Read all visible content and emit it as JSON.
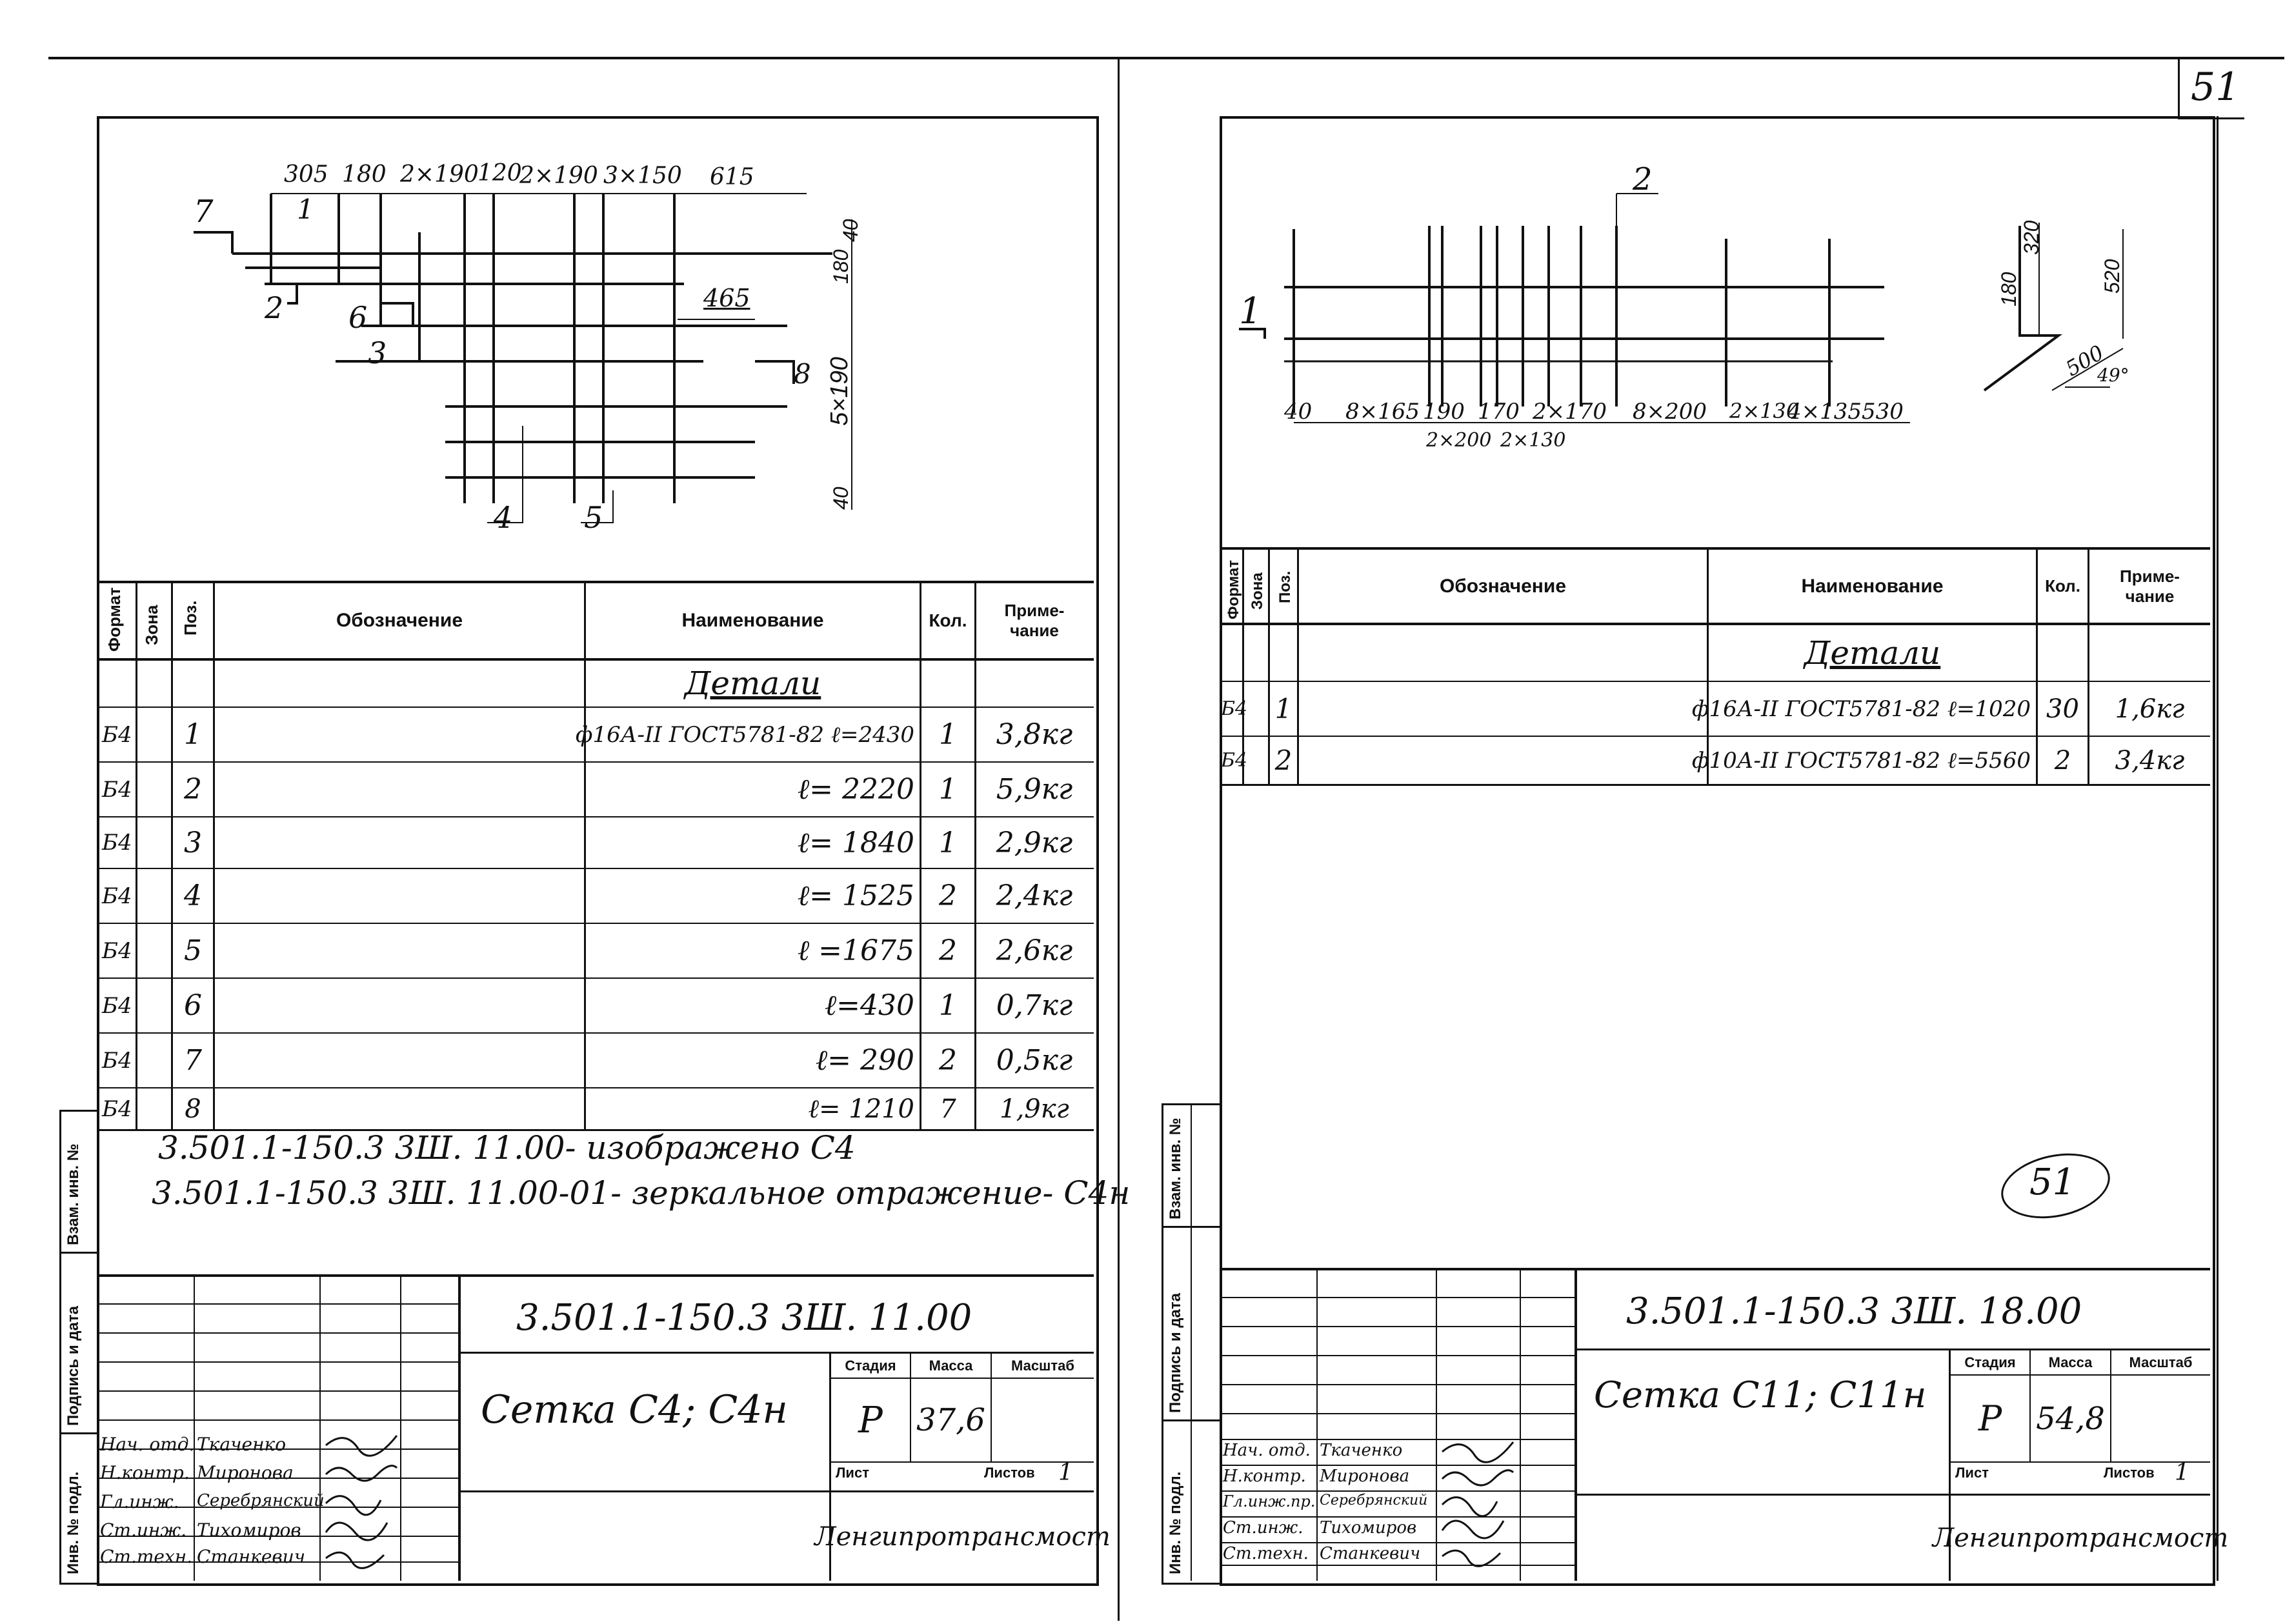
{
  "page_number": "51",
  "stamp_number": "51",
  "left_sheet": {
    "drawing": {
      "top_dims": [
        "305",
        "180",
        "2×190",
        "120",
        "2×190",
        "3×150",
        "615"
      ],
      "right_dims": [
        "40",
        "180",
        "5×190",
        "40"
      ],
      "dim_465": "465",
      "pos_labels": [
        "7",
        "1",
        "2",
        "6",
        "3",
        "8",
        "4",
        "5"
      ]
    },
    "table": {
      "headers": {
        "format": "Формат",
        "zone": "Зона",
        "pos": "Поз.",
        "designation": "Обозначение",
        "name": "Наименование",
        "qty": "Кол.",
        "note": "Приме-\nчание"
      },
      "section": "Детали",
      "rows": [
        {
          "format": "Б4",
          "pos": "1",
          "name": "ф16А-II ГОСТ5781-82 ℓ=2430",
          "qty": "1",
          "note": "3,8кг"
        },
        {
          "format": "Б4",
          "pos": "2",
          "name": "ℓ= 2220",
          "qty": "1",
          "note": "5,9кг"
        },
        {
          "format": "Б4",
          "pos": "3",
          "name": "ℓ= 1840",
          "qty": "1",
          "note": "2,9кг"
        },
        {
          "format": "Б4",
          "pos": "4",
          "name": "ℓ= 1525",
          "qty": "2",
          "note": "2,4кг"
        },
        {
          "format": "Б4",
          "pos": "5",
          "name": "ℓ =1675",
          "qty": "2",
          "note": "2,6кг"
        },
        {
          "format": "Б4",
          "pos": "6",
          "name": "ℓ=430",
          "qty": "1",
          "note": "0,7кг"
        },
        {
          "format": "Б4",
          "pos": "7",
          "name": "ℓ= 290",
          "qty": "2",
          "note": "0,5кг"
        },
        {
          "format": "Б4",
          "pos": "8",
          "name": "ℓ= 1210",
          "qty": "7",
          "note": "1,9кг"
        }
      ]
    },
    "notes": [
      "3.501.1-150.3 3Ш. 11.00- изображено С4",
      "3.501.1-150.3 3Ш. 11.00-01- зеркальное отражение- С4н"
    ],
    "title_block": {
      "doc_code": "3.501.1-150.3 3Ш. 11.00",
      "title": "Сетка С4; С4н",
      "stage_label": "Стадия",
      "mass_label": "Масса",
      "scale_label": "Масштаб",
      "stage": "Р",
      "mass": "37,6",
      "sheet_label": "Лист",
      "sheets_label": "Листов",
      "sheets": "1",
      "org": "Ленгипротрансмост",
      "roles": [
        "Нач. отд.",
        "Н.контр.",
        "Гл.инж.",
        "Ст.инж.",
        "Ст.техн."
      ],
      "names": [
        "Ткаченко",
        "Миронова",
        "Серебрянский",
        "Тихомиров",
        "Станкевич"
      ]
    },
    "side_labels": [
      "Инв. № подл.",
      "Подпись и дата",
      "Взам. инв. №"
    ]
  },
  "right_sheet": {
    "drawing": {
      "bottom_dims": [
        "40",
        "8×165",
        "190",
        "170",
        "2×170",
        "8×200",
        "2×130",
        "4×135",
        "530"
      ],
      "sub_dims": [
        "2×200",
        "2×130"
      ],
      "hook_dims": [
        "180",
        "320",
        "520",
        "500",
        "49°"
      ],
      "pos_labels": [
        "1",
        "2"
      ]
    },
    "table": {
      "section": "Детали",
      "rows": [
        {
          "format": "Б4",
          "pos": "1",
          "name": "ф16А-II ГОСТ5781-82 ℓ=1020",
          "qty": "30",
          "note": "1,6кг"
        },
        {
          "format": "Б4",
          "pos": "2",
          "name": "ф10А-II ГОСТ5781-82 ℓ=5560",
          "qty": "2",
          "note": "3,4кг"
        }
      ]
    },
    "title_block": {
      "doc_code": "3.501.1-150.3 3Ш. 18.00",
      "title": "Сетка С11; С11н",
      "stage": "Р",
      "mass": "54,8",
      "sheets": "1",
      "org": "Ленгипротрансмост",
      "roles": [
        "Нач. отд.",
        "Н.контр.",
        "Гл.инж.пр.",
        "Ст.инж.",
        "Ст.техн."
      ],
      "names": [
        "Ткаченко",
        "Миронова",
        "Серебрянский",
        "Тихомиров",
        "Станкевич"
      ]
    }
  }
}
